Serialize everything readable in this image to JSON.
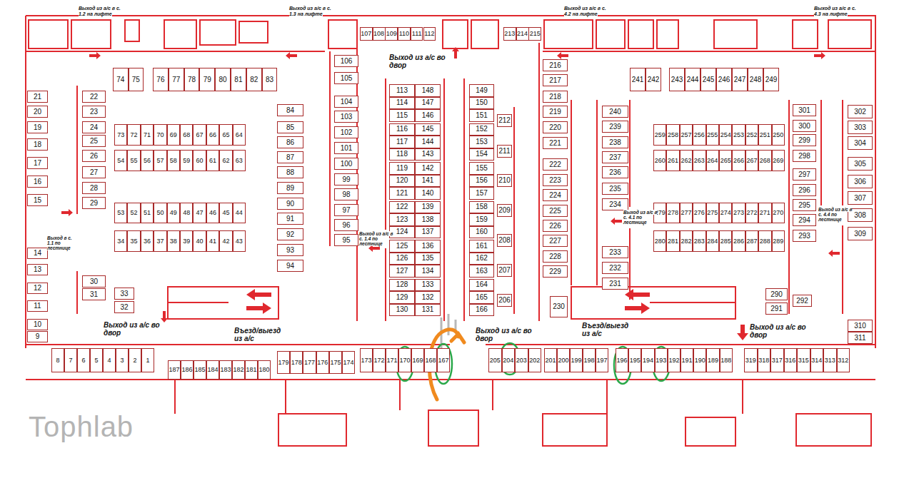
{
  "diagram": {
    "nodes": [
      {
        "text": [
          "1"
        ]
      },
      {
        "text": [
          "2"
        ]
      },
      {
        "text": [
          "3"
        ]
      },
      {
        "text": [
          "4"
        ]
      },
      {
        "text": [
          "5"
        ]
      },
      {
        "text": [
          "6"
        ]
      },
      {
        "text": [
          "7"
        ]
      },
      {
        "text": [
          "8"
        ]
      },
      {
        "text": [
          "9"
        ]
      },
      {
        "text": [
          "10"
        ]
      },
      {
        "text": [
          "11"
        ]
      },
      {
        "text": [
          "12"
        ]
      },
      {
        "text": [
          "13"
        ]
      },
      {
        "text": [
          "14"
        ]
      },
      {
        "text": [
          "15"
        ]
      },
      {
        "text": [
          "16"
        ]
      },
      {
        "text": [
          "17"
        ]
      },
      {
        "text": [
          "18"
        ]
      },
      {
        "text": [
          "19"
        ]
      },
      {
        "text": [
          "20"
        ]
      },
      {
        "text": [
          "21"
        ]
      },
      {
        "text": [
          "22"
        ]
      },
      {
        "text": [
          "23"
        ]
      },
      {
        "text": [
          "24"
        ]
      },
      {
        "text": [
          "25"
        ]
      },
      {
        "text": [
          "26"
        ]
      },
      {
        "text": [
          "27"
        ]
      },
      {
        "text": [
          "28"
        ]
      },
      {
        "text": [
          "29"
        ]
      },
      {
        "text": [
          "30"
        ]
      },
      {
        "text": [
          "31"
        ]
      },
      {
        "text": [
          "32"
        ]
      },
      {
        "text": [
          "33"
        ]
      },
      {
        "text": [
          "34"
        ]
      },
      {
        "text": [
          "35"
        ]
      },
      {
        "text": [
          "36"
        ]
      },
      {
        "text": [
          "37"
        ]
      },
      {
        "text": [
          "38"
        ]
      },
      {
        "text": [
          "39"
        ]
      },
      {
        "text": [
          "40"
        ]
      },
      {
        "text": [
          "41"
        ]
      },
      {
        "text": [
          "42"
        ]
      },
      {
        "text": [
          "43"
        ]
      },
      {
        "text": [
          "44"
        ]
      },
      {
        "text": [
          "45"
        ]
      },
      {
        "text": [
          "46"
        ]
      },
      {
        "text": [
          "47"
        ]
      },
      {
        "text": [
          "48"
        ]
      },
      {
        "text": [
          "49"
        ]
      },
      {
        "text": [
          "50"
        ]
      },
      {
        "text": [
          "51"
        ]
      },
      {
        "text": [
          "52"
        ]
      },
      {
        "text": [
          "53"
        ]
      },
      {
        "text": [
          "54"
        ]
      },
      {
        "text": [
          "55"
        ]
      },
      {
        "text": [
          "56"
        ]
      },
      {
        "text": [
          "57"
        ]
      },
      {
        "text": [
          "58"
        ]
      },
      {
        "text": [
          "59"
        ]
      },
      {
        "text": [
          "60"
        ]
      },
      {
        "text": [
          "61"
        ]
      },
      {
        "text": [
          "62"
        ]
      },
      {
        "text": [
          "63"
        ]
      },
      {
        "text": [
          "64"
        ]
      },
      {
        "text": [
          "65"
        ]
      },
      {
        "text": [
          "66"
        ]
      },
      {
        "text": [
          "67"
        ]
      },
      {
        "text": [
          "68"
        ]
      },
      {
        "text": [
          "69"
        ]
      },
      {
        "text": [
          "70"
        ]
      },
      {
        "text": [
          "71"
        ]
      },
      {
        "text": [
          "72"
        ]
      },
      {
        "text": [
          "73"
        ]
      },
      {
        "text": [
          "74"
        ]
      },
      {
        "text": [
          "75"
        ]
      },
      {
        "text": [
          "76"
        ]
      },
      {
        "text": [
          "77"
        ]
      },
      {
        "text": [
          "78"
        ]
      },
      {
        "text": [
          "79"
        ]
      },
      {
        "text": [
          "80"
        ]
      },
      {
        "text": [
          "81"
        ]
      },
      {
        "text": [
          "82"
        ]
      },
      {
        "text": [
          "83"
        ]
      },
      {
        "text": [
          "84"
        ]
      },
      {
        "text": [
          "85"
        ]
      },
      {
        "text": [
          "86"
        ]
      },
      {
        "text": [
          "87"
        ]
      },
      {
        "text": [
          "88"
        ]
      },
      {
        "text": [
          "89"
        ]
      },
      {
        "text": [
          "90"
        ]
      },
      {
        "text": [
          "91"
        ]
      },
      {
        "text": [
          "92"
        ]
      },
      {
        "text": [
          "93"
        ]
      },
      {
        "text": [
          "94"
        ]
      },
      {
        "text": [
          "95"
        ]
      },
      {
        "text": [
          "96"
        ]
      },
      {
        "text": [
          "97"
        ]
      },
      {
        "text": [
          "98"
        ]
      },
      {
        "text": [
          "99"
        ]
      },
      {
        "text": [
          "100"
        ]
      },
      {
        "text": [
          "101"
        ]
      },
      {
        "text": [
          "102"
        ]
      },
      {
        "text": [
          "103"
        ]
      },
      {
        "text": [
          "104"
        ]
      },
      {
        "text": [
          "105"
        ]
      },
      {
        "text": [
          "106"
        ]
      },
      {
        "text": [
          "107"
        ]
      },
      {
        "text": [
          "108"
        ]
      },
      {
        "text": [
          "109"
        ]
      },
      {
        "text": [
          "110"
        ]
      },
      {
        "text": [
          "111"
        ]
      },
      {
        "text": [
          "112"
        ]
      },
      {
        "text": [
          "113"
        ]
      },
      {
        "text": [
          "114"
        ]
      },
      {
        "text": [
          "115"
        ]
      },
      {
        "text": [
          "116"
        ]
      },
      {
        "text": [
          "117"
        ]
      },
      {
        "text": [
          "118"
        ]
      },
      {
        "text": [
          "119"
        ]
      },
      {
        "text": [
          "120"
        ]
      },
      {
        "text": [
          "121"
        ]
      },
      {
        "text": [
          "122"
        ]
      },
      {
        "text": [
          "123"
        ]
      },
      {
        "text": [
          "124"
        ]
      },
      {
        "text": [
          "125"
        ]
      },
      {
        "text": [
          "126"
        ]
      },
      {
        "text": [
          "127"
        ]
      },
      {
        "text": [
          "128"
        ]
      },
      {
        "text": [
          "129"
        ]
      },
      {
        "text": [
          "130"
        ]
      },
      {
        "text": [
          "131"
        ]
      },
      {
        "text": [
          "132"
        ]
      },
      {
        "text": [
          "133"
        ]
      },
      {
        "text": [
          "134"
        ]
      },
      {
        "text": [
          "135"
        ]
      },
      {
        "text": [
          "136"
        ]
      },
      {
        "text": [
          "137"
        ]
      },
      {
        "text": [
          "138"
        ]
      },
      {
        "text": [
          "139"
        ]
      },
      {
        "text": [
          "140"
        ]
      },
      {
        "text": [
          "141"
        ]
      },
      {
        "text": [
          "142"
        ]
      },
      {
        "text": [
          "143"
        ]
      },
      {
        "text": [
          "144"
        ]
      },
      {
        "text": [
          "145"
        ]
      },
      {
        "text": [
          "146"
        ]
      },
      {
        "text": [
          "147"
        ]
      },
      {
        "text": [
          "148"
        ]
      },
      {
        "text": [
          "149"
        ]
      },
      {
        "text": [
          "150"
        ]
      },
      {
        "text": [
          "151"
        ]
      },
      {
        "text": [
          "152"
        ]
      },
      {
        "text": [
          "153"
        ]
      },
      {
        "text": [
          "154"
        ]
      },
      {
        "text": [
          "155"
        ]
      },
      {
        "text": [
          "156"
        ]
      },
      {
        "text": [
          "157"
        ]
      },
      {
        "text": [
          "158"
        ]
      },
      {
        "text": [
          "159"
        ]
      },
      {
        "text": [
          "160"
        ]
      },
      {
        "text": [
          "161"
        ]
      },
      {
        "text": [
          "162"
        ]
      },
      {
        "text": [
          "163"
        ]
      },
      {
        "text": [
          "164"
        ]
      },
      {
        "text": [
          "165"
        ]
      },
      {
        "text": [
          "166"
        ]
      },
      {
        "text": [
          "167"
        ]
      },
      {
        "text": [
          "168"
        ]
      },
      {
        "text": [
          "169"
        ]
      },
      {
        "text": [
          "170"
        ]
      },
      {
        "text": [
          "171"
        ]
      },
      {
        "text": [
          "172"
        ]
      },
      {
        "text": [
          "173"
        ]
      },
      {
        "text": [
          "174"
        ]
      },
      {
        "text": [
          "175"
        ]
      },
      {
        "text": [
          "176"
        ]
      },
      {
        "text": [
          "177"
        ]
      },
      {
        "text": [
          "178"
        ]
      },
      {
        "text": [
          "179"
        ]
      },
      {
        "text": [
          "180"
        ]
      },
      {
        "text": [
          "181"
        ]
      },
      {
        "text": [
          "182"
        ]
      },
      {
        "text": [
          "183"
        ]
      },
      {
        "text": [
          "184"
        ]
      },
      {
        "text": [
          "185"
        ]
      },
      {
        "text": [
          "186"
        ]
      },
      {
        "text": [
          "187"
        ]
      },
      {
        "text": [
          "188"
        ]
      },
      {
        "text": [
          "189"
        ]
      },
      {
        "text": [
          "190"
        ]
      },
      {
        "text": [
          "191"
        ]
      },
      {
        "text": [
          "192"
        ]
      },
      {
        "text": [
          "193"
        ]
      },
      {
        "text": [
          "194"
        ]
      },
      {
        "text": [
          "195"
        ]
      },
      {
        "text": [
          "196"
        ]
      },
      {
        "text": [
          "197"
        ]
      },
      {
        "text": [
          "198"
        ]
      },
      {
        "text": [
          "199"
        ]
      },
      {
        "text": [
          "200"
        ]
      },
      {
        "text": [
          "201"
        ]
      },
      {
        "text": [
          "202"
        ]
      },
      {
        "text": [
          "203"
        ]
      },
      {
        "text": [
          "204"
        ]
      },
      {
        "text": [
          "205"
        ]
      },
      {
        "text": [
          "206"
        ]
      },
      {
        "text": [
          "207"
        ]
      },
      {
        "text": [
          "208"
        ]
      },
      {
        "text": [
          "209"
        ]
      },
      {
        "text": [
          "210"
        ]
      },
      {
        "text": [
          "211"
        ]
      },
      {
        "text": [
          "212"
        ]
      },
      {
        "text": [
          "213"
        ]
      },
      {
        "text": [
          "214"
        ]
      },
      {
        "text": [
          "215"
        ]
      },
      {
        "text": [
          "216"
        ]
      },
      {
        "text": [
          "217"
        ]
      },
      {
        "text": [
          "218"
        ]
      },
      {
        "text": [
          "219"
        ]
      },
      {
        "text": [
          "220"
        ]
      },
      {
        "text": [
          "221"
        ]
      },
      {
        "text": [
          "222"
        ]
      },
      {
        "text": [
          "223"
        ]
      },
      {
        "text": [
          "224"
        ]
      },
      {
        "text": [
          "225"
        ]
      },
      {
        "text": [
          "226"
        ]
      },
      {
        "text": [
          "227"
        ]
      },
      {
        "text": [
          "228"
        ]
      },
      {
        "text": [
          "229"
        ]
      },
      {
        "text": [
          "230"
        ]
      },
      {
        "text": [
          "231"
        ]
      },
      {
        "text": [
          "232"
        ]
      },
      {
        "text": [
          "233"
        ]
      },
      {
        "text": [
          "234"
        ]
      },
      {
        "text": [
          "235"
        ]
      },
      {
        "text": [
          "236"
        ]
      },
      {
        "text": [
          "237"
        ]
      },
      {
        "text": [
          "238"
        ]
      },
      {
        "text": [
          "239"
        ]
      },
      {
        "text": [
          "240"
        ]
      },
      {
        "text": [
          "241"
        ]
      },
      {
        "text": [
          "242"
        ]
      },
      {
        "text": [
          "243"
        ]
      },
      {
        "text": [
          "244"
        ]
      },
      {
        "text": [
          "245"
        ]
      },
      {
        "text": [
          "246"
        ]
      },
      {
        "text": [
          "247"
        ]
      },
      {
        "text": [
          "248"
        ]
      },
      {
        "text": [
          "249"
        ]
      },
      {
        "text": [
          "250"
        ]
      },
      {
        "text": [
          "251"
        ]
      },
      {
        "text": [
          "252"
        ]
      },
      {
        "text": [
          "253"
        ]
      },
      {
        "text": [
          "254"
        ]
      },
      {
        "text": [
          "255"
        ]
      },
      {
        "text": [
          "256"
        ]
      },
      {
        "text": [
          "257"
        ]
      },
      {
        "text": [
          "258"
        ]
      },
      {
        "text": [
          "259"
        ]
      },
      {
        "text": [
          "260"
        ]
      },
      {
        "text": [
          "261"
        ]
      },
      {
        "text": [
          "262"
        ]
      },
      {
        "text": [
          "263"
        ]
      },
      {
        "text": [
          "264"
        ]
      },
      {
        "text": [
          "265"
        ]
      },
      {
        "text": [
          "266"
        ]
      },
      {
        "text": [
          "267"
        ]
      },
      {
        "text": [
          "268"
        ]
      },
      {
        "text": [
          "269"
        ]
      },
      {
        "text": [
          "270"
        ]
      },
      {
        "text": [
          "271"
        ]
      },
      {
        "text": [
          "272"
        ]
      },
      {
        "text": [
          "273"
        ]
      },
      {
        "text": [
          "274"
        ]
      },
      {
        "text": [
          "275"
        ]
      },
      {
        "text": [
          "276"
        ]
      },
      {
        "text": [
          "277"
        ]
      },
      {
        "text": [
          "278"
        ]
      },
      {
        "text": [
          "279"
        ]
      },
      {
        "text": [
          "280"
        ]
      },
      {
        "text": [
          "281"
        ]
      },
      {
        "text": [
          "282"
        ]
      },
      {
        "text": [
          "283"
        ]
      },
      {
        "text": [
          "284"
        ]
      },
      {
        "text": [
          "285"
        ]
      },
      {
        "text": [
          "286"
        ]
      },
      {
        "text": [
          "287"
        ]
      },
      {
        "text": [
          "288"
        ]
      },
      {
        "text": [
          "289"
        ]
      },
      {
        "text": [
          "290"
        ]
      },
      {
        "text": [
          "291"
        ]
      },
      {
        "text": [
          "292"
        ]
      },
      {
        "text": [
          "293"
        ]
      },
      {
        "text": [
          "294"
        ]
      },
      {
        "text": [
          "295"
        ]
      },
      {
        "text": [
          "296"
        ]
      },
      {
        "text": [
          "297"
        ]
      },
      {
        "text": [
          "298"
        ]
      },
      {
        "text": [
          "299"
        ]
      },
      {
        "text": [
          "300"
        ]
      },
      {
        "text": [
          "301"
        ]
      },
      {
        "text": [
          "302"
        ]
      },
      {
        "text": [
          "303"
        ]
      },
      {
        "text": [
          "304"
        ]
      },
      {
        "text": [
          "305"
        ]
      },
      {
        "text": [
          "306"
        ]
      },
      {
        "text": [
          "307"
        ]
      },
      {
        "text": [
          "308"
        ]
      },
      {
        "text": [
          "309"
        ]
      },
      {
        "text": [
          "310"
        ]
      },
      {
        "text": [
          "311"
        ]
      },
      {
        "text": [
          "312"
        ]
      },
      {
        "text": [
          "313"
        ]
      },
      {
        "text": [
          "314"
        ]
      },
      {
        "text": [
          "315"
        ]
      },
      {
        "text": [
          "316"
        ]
      },
      {
        "text": [
          "317"
        ]
      },
      {
        "text": [
          "318"
        ]
      },
      {
        "text": [
          "319"
        ]
      }
    ],
    "labels": [
      "Выход из а/с в с. 1.2 на лифте",
      "Выход из а/с в с. 1.3 на лифте",
      "Выход из а/с в с. 4.2 на лифте",
      "Выход из а/с в с. 4.3 на лифте",
      "Выход из а/с во двор",
      "Выход в с. 1.1 по лестнице",
      "Выход из а/с в с. 1.4 по лестнице",
      "Выход из а/с в с. 4.1 по лестнице",
      "Выход из а/с в с. 4.4 по лестнице",
      "Выход из а/с во двор",
      "Въезд/выезд из а/с",
      "Выход из а/с во двор",
      "Въезд/выезд из а/с",
      "Выход из а/с во двор",
      "Tophlab"
    ]
  }
}
